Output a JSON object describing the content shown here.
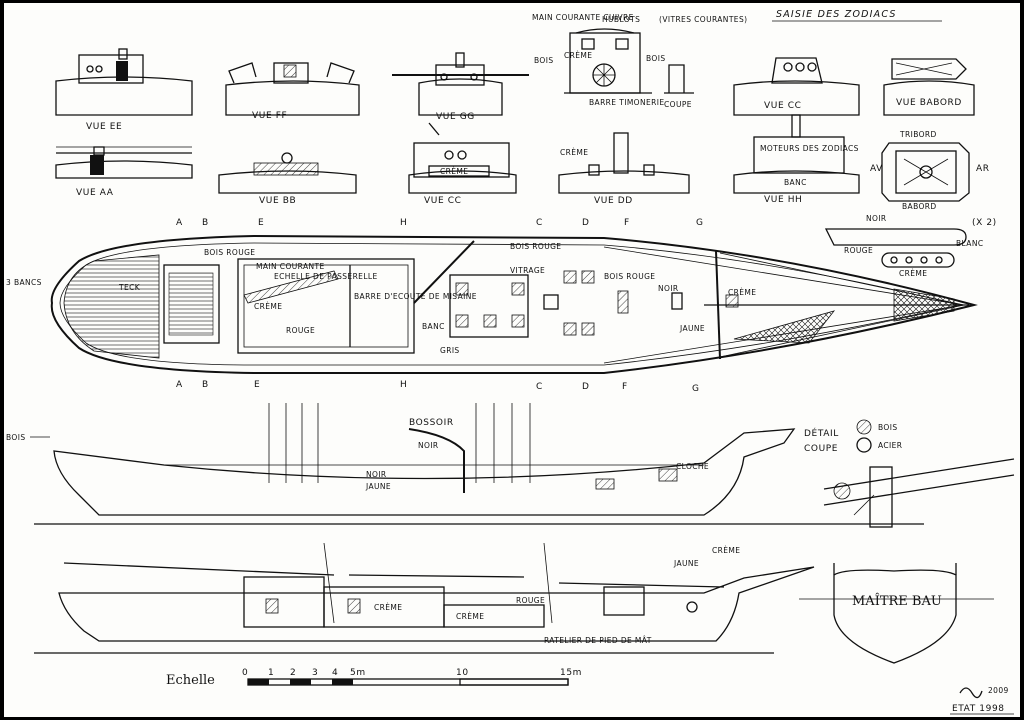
{
  "title": "SAISIE DES ZODIACS",
  "views": {
    "ee": "VUE EE",
    "ff": "VUE FF",
    "gg": "VUE GG",
    "cc_top": "VUE CC",
    "babord": "VUE BABORD",
    "aa": "VUE AA",
    "bb": "VUE BB",
    "cc_mid": "VUE CC",
    "dd": "VUE DD",
    "hh": "VUE HH"
  },
  "timonerie": {
    "main_courante": "MAIN COURANTE CUIVRE",
    "hublots": "HUBLOTS",
    "hublots_note": "(VITRES COURANTES)",
    "creme": "CRÈME",
    "bois": "BOIS",
    "bois2": "BOIS",
    "barre": "BARRE TIMONERIE",
    "coupe": "COUPE"
  },
  "gg_labels": {
    "creme": "CRÈME"
  },
  "dd_labels": {
    "creme": "CRÈME"
  },
  "hh_labels": {
    "moteurs": "MOTEURS DES ZODIACS",
    "banc": "BANC"
  },
  "zodiac": {
    "tribord": "TRIBORD",
    "babord": "BABORD",
    "av": "AV",
    "ar": "AR",
    "noir": "NOIR",
    "rouge": "ROUGE",
    "blanc": "BLANC",
    "creme": "CRÈME",
    "x2": "(X 2)"
  },
  "sections": {
    "a": "A",
    "b": "B",
    "e": "E",
    "h": "H",
    "c": "C",
    "d": "D",
    "f": "F",
    "g": "G"
  },
  "deck": {
    "bancs": "3 BANCS",
    "teck": "TECK",
    "bois_rouge": "BOIS ROUGE",
    "main_courante": "MAIN COURANTE",
    "echelle": "ECHELLE DE PASSERELLE",
    "creme": "CRÈME",
    "rouge": "ROUGE",
    "barre_ecoute": "BARRE D'ECOUTE DE MISAINE",
    "banc": "BANC",
    "gris": "GRIS",
    "bois_rouge2": "BOIS ROUGE",
    "vitrage": "VITRAGE",
    "bois_rouge3": "BOIS ROUGE",
    "noir": "NOIR",
    "jaune": "JAUNE",
    "creme2": "CRÈME"
  },
  "profile": {
    "bois": "BOIS",
    "bossoir": "BOSSOIR",
    "noir": "NOIR",
    "noir2": "NOIR",
    "jaune": "JAUNE",
    "cloche": "CLOCHE",
    "detail": "DÉTAIL",
    "coupe": "COUPE",
    "bois_leg": "BOIS",
    "acier_leg": "ACIER"
  },
  "lower": {
    "creme": "CRÈME",
    "creme2": "CRÈME",
    "rouge": "ROUGE",
    "jaune": "JAUNE",
    "creme3": "CRÈME",
    "ratelier": "RATELIER DE PIED DE MÂT"
  },
  "maitre_bau": "MAÎTRE BAU",
  "scale": {
    "label": "Echelle",
    "ticks": [
      "0",
      "1",
      "2",
      "3",
      "4",
      "5m",
      "10",
      "15m"
    ]
  },
  "signature": "2009",
  "etat": "ETAT 1998"
}
